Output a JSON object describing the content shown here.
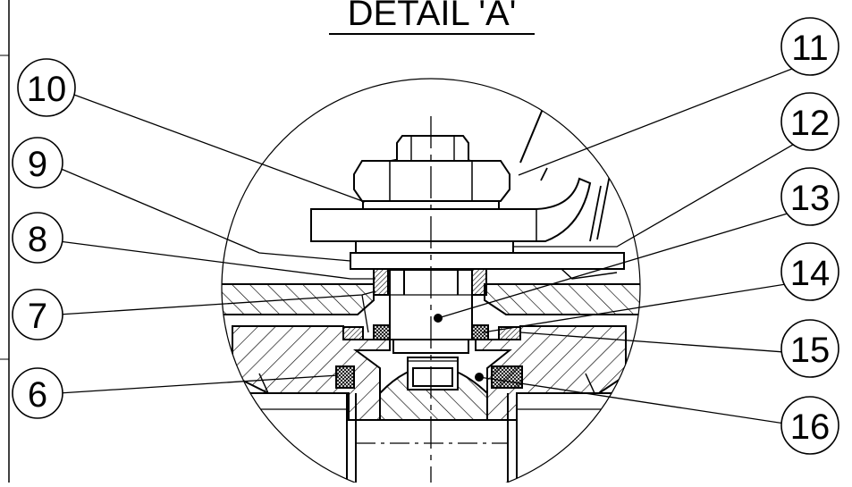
{
  "title": "DETAIL 'A'",
  "balloons": {
    "b6": "6",
    "b7": "7",
    "b8": "8",
    "b9": "9",
    "b10": "10",
    "b11": "11",
    "b12": "12",
    "b13": "13",
    "b14": "14",
    "b15": "15",
    "b16": "16"
  },
  "colors": {
    "ink": "#000000",
    "paper": "#ffffff"
  }
}
